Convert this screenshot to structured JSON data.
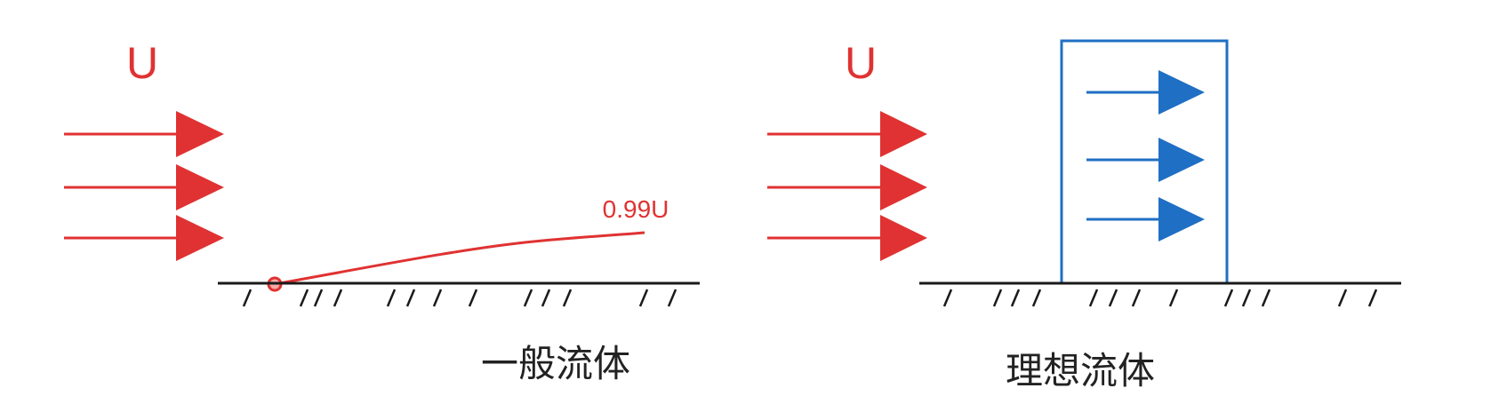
{
  "colors": {
    "red": "#e03232",
    "blue": "#1f6fc4",
    "ground": "#1a1a1a",
    "text": "#222222"
  },
  "left_panel": {
    "flow_label": "U",
    "edge_label": "0.99U",
    "caption": "一般流体",
    "arrow_color_name": "red"
  },
  "right_panel": {
    "flow_label": "U",
    "caption": "理想流体",
    "arrow_color_name": "red",
    "box_arrow_color_name": "blue"
  },
  "icons": [
    "arrow-right-icon",
    "ground-hatch-icon",
    "leading-edge-dot-icon"
  ]
}
